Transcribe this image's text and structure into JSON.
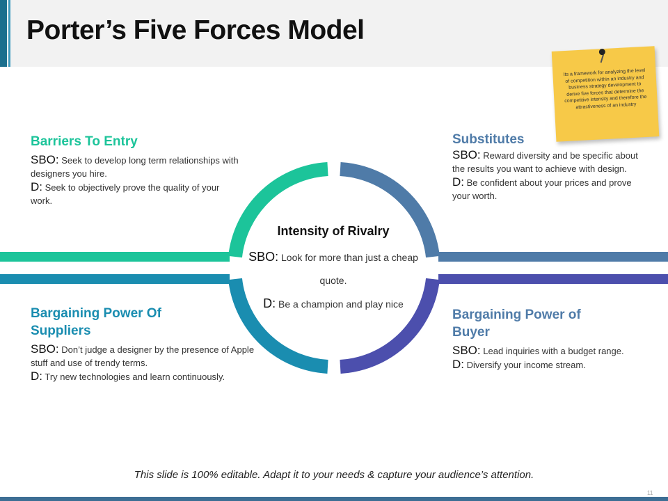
{
  "slide": {
    "title": "Porter’s Five Forces Model",
    "footer": "This slide is 100% editable. Adapt it to your needs & capture your audience’s attention.",
    "page_number": "11"
  },
  "sticky_note": {
    "text": "Its a framework for analyzing the level of competition within an industry and business strategy development to derive five forces that determine the competitive intensity and therefore the attractiveness of an industry",
    "color": "#f7c948"
  },
  "center": {
    "heading": "Intensity of Rivalry",
    "sbo_key": "SBO:",
    "sbo_text": "Look for more than just a cheap quote.",
    "d_key": "D:",
    "d_text": "Be a champion and play nice"
  },
  "forces": {
    "barriers": {
      "heading": "Barriers To Entry",
      "color": "#1cc49a",
      "sbo_key": "SBO:",
      "sbo_text": "Seek to develop long term relationships with designers you hire.",
      "d_key": "D:",
      "d_text": "Seek to objectively prove the quality of your work."
    },
    "substitutes": {
      "heading": "Substitutes",
      "color": "#4f7ba8",
      "sbo_key": "SBO:",
      "sbo_text": "Reward diversity and be specific about the results you want to achieve with design.",
      "d_key": "D:",
      "d_text": "Be confident about your prices and prove your worth."
    },
    "suppliers": {
      "heading": "Bargaining Power Of Suppliers",
      "color": "#1a8db0",
      "sbo_key": "SBO:",
      "sbo_text": "Don’t judge a designer by the presence of Apple stuff and use of trendy terms.",
      "d_key": "D:",
      "d_text": "Try new technologies and learn continuously."
    },
    "buyer": {
      "heading": "Bargaining Power of Buyer",
      "color": "#4c4fad",
      "sbo_key": "SBO:",
      "sbo_text": "Lead inquiries with a budget range.",
      "d_key": "D:",
      "d_text": "Diversify your income stream."
    }
  }
}
